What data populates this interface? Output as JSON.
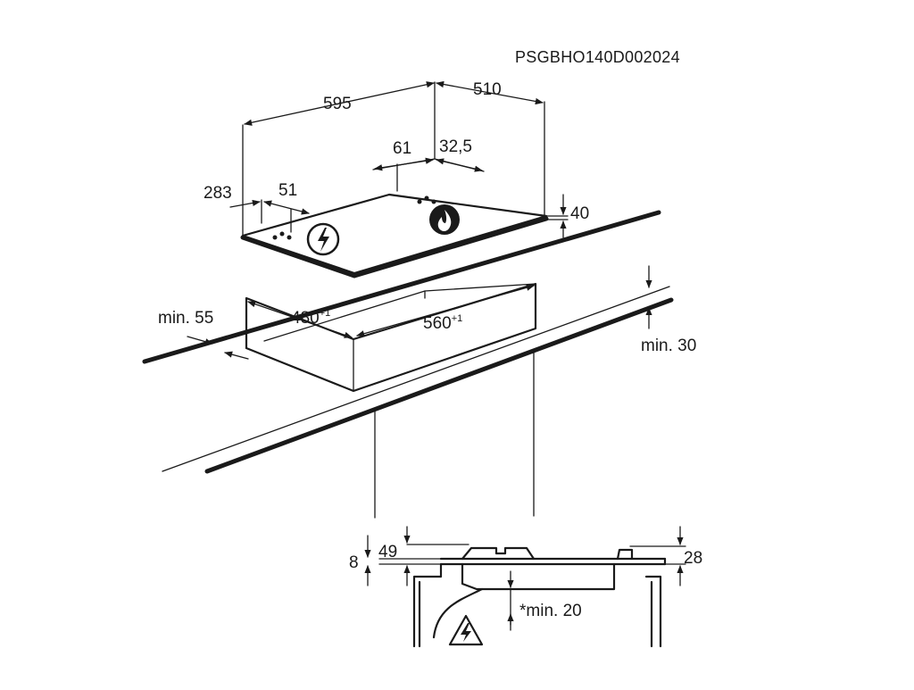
{
  "drawing_code": "PSGBHO140D002024",
  "hob_dimensions": {
    "width": "595",
    "depth": "510",
    "left_offset": "283",
    "left_small": "51",
    "top_left": "61",
    "top_right": "32,5",
    "height": "40"
  },
  "cutout": {
    "depth": "480",
    "depth_tol": "+1",
    "width": "560",
    "width_tol": "+1",
    "edge_clearance": "min. 55",
    "below_clearance": "min. 30"
  },
  "section": {
    "left_height": "8",
    "mid_height": "49",
    "right_height": "28",
    "under_clearance": "*min. 20"
  },
  "icons": {
    "electric": "lightning-icon",
    "gas": "flame-icon",
    "warning": "warning-triangle-icon"
  }
}
